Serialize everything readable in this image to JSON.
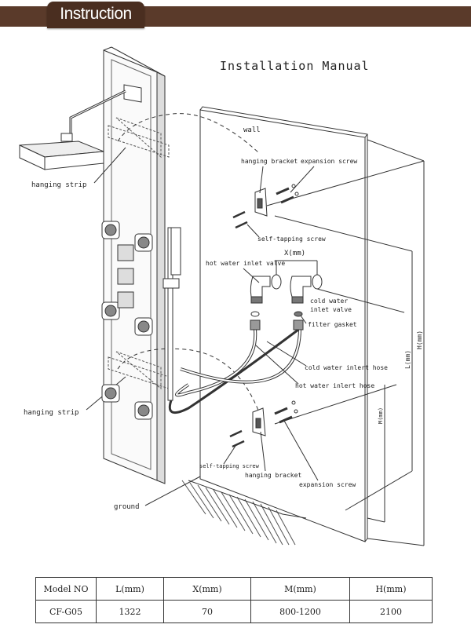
{
  "header": {
    "tab_label": "Instruction"
  },
  "diagram": {
    "title": "Installation Manual",
    "labels": {
      "wall": "wall",
      "hanging_strip_top": "hanging strip",
      "hanging_strip_bottom": "hanging strip",
      "ground": "ground",
      "hanging_bracket_top": "hanging bracket",
      "expansion_screw_top": "expansion screw",
      "self_tapping_screw_top": "self-tapping screw",
      "x_mm": "X(mm)",
      "hot_water_inlet_valve": "hot water inlet valve",
      "cold_water_inlet_valve_1": "cold water",
      "cold_water_inlet_valve_2": "inlet valve",
      "filter_gasket": "filter gasket",
      "cold_water_inlet_hose": "cold water inlert hose",
      "hot_water_inlet_hose": "hot water inlert hose",
      "self_tapping_screw_bottom": "self-tapping screw",
      "hanging_bracket_bottom": "hanging bracket",
      "expansion_screw_bottom": "expansion screw",
      "l_mm": "L(mm)",
      "h_mm": "H(mm)",
      "m_mm": "M(mm)"
    }
  },
  "spec_table": {
    "headers": [
      "Model NO",
      "L(mm)",
      "X(mm)",
      "M(mm)",
      "H(mm)"
    ],
    "rows": [
      [
        "CF-G05",
        "1322",
        "70",
        "800-1200",
        "2100"
      ]
    ]
  }
}
